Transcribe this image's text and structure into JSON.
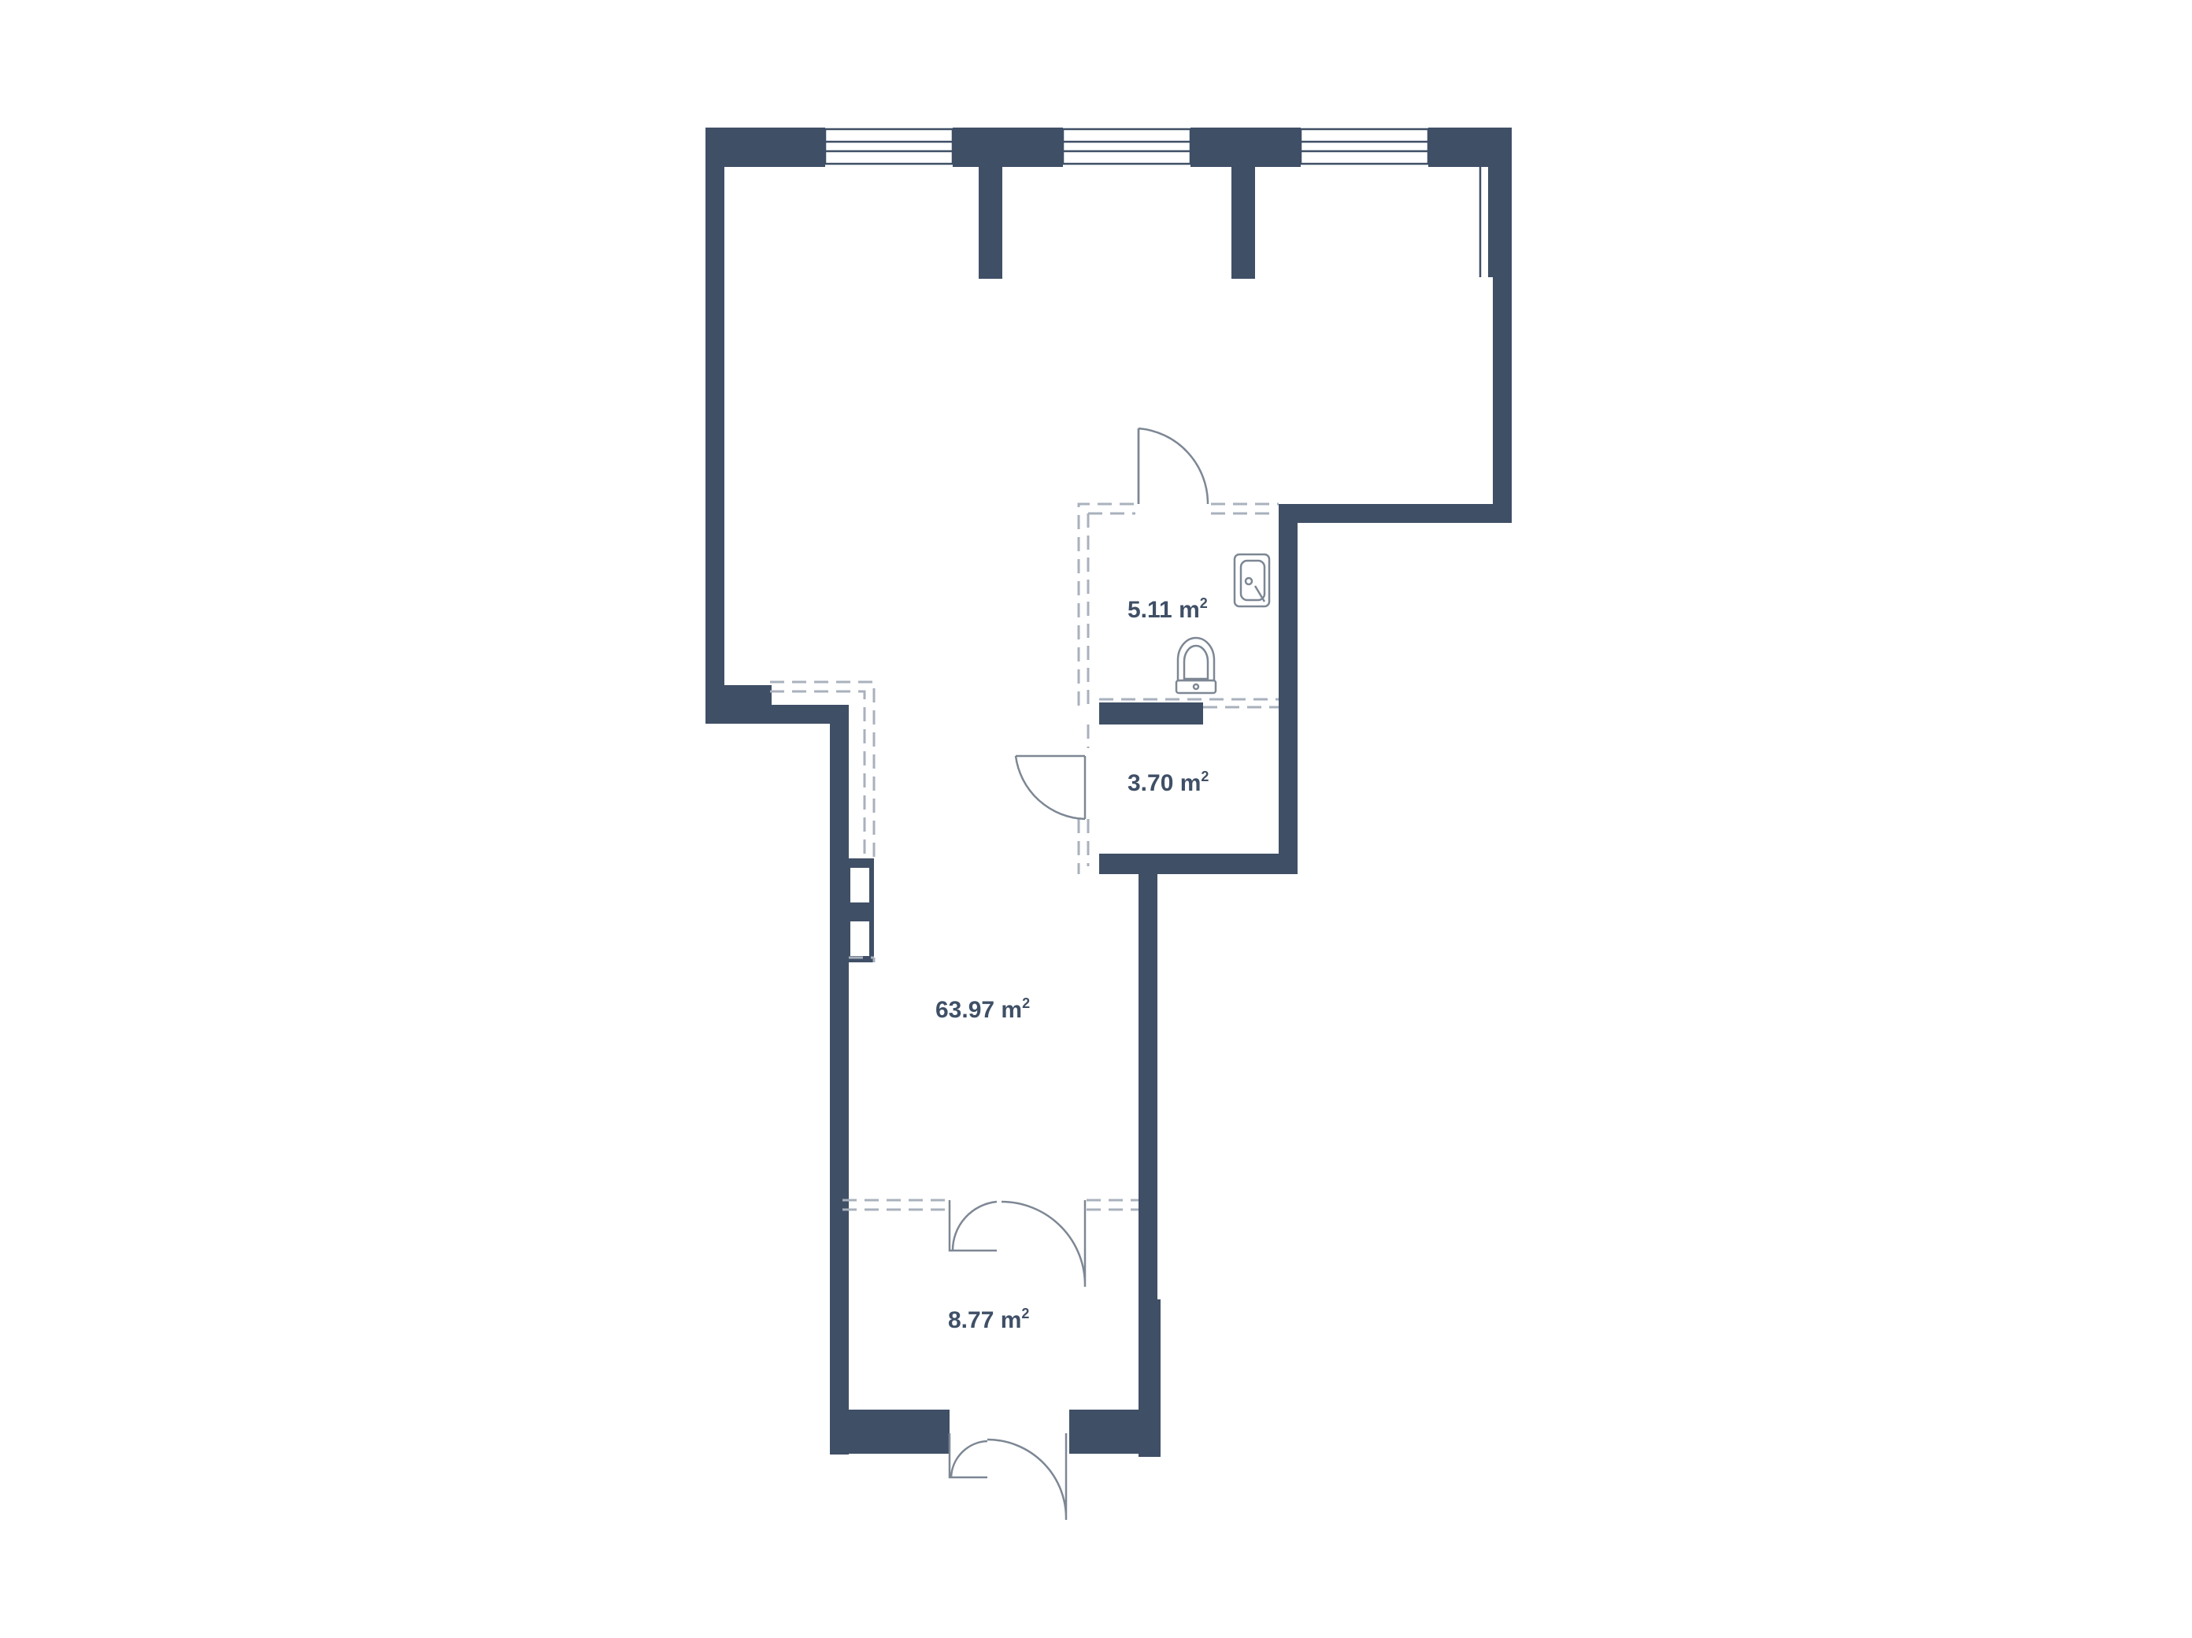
{
  "colors": {
    "wall": "#3f4f66",
    "dash": "#a9b1bd",
    "thin": "#7d8794",
    "text": "#3f4f66"
  },
  "rooms": [
    {
      "id": "bathroom",
      "area_value": "5.11 m",
      "area_unit_sup": "2"
    },
    {
      "id": "hallway",
      "area_value": "3.70 m",
      "area_unit_sup": "2"
    },
    {
      "id": "main-space",
      "area_value": "63.97 m",
      "area_unit_sup": "2"
    },
    {
      "id": "vestibule",
      "area_value": "8.77 m",
      "area_unit_sup": "2"
    }
  ],
  "icons": [
    "sink-icon",
    "toilet-icon",
    "window-icon",
    "door-swing-icon"
  ]
}
